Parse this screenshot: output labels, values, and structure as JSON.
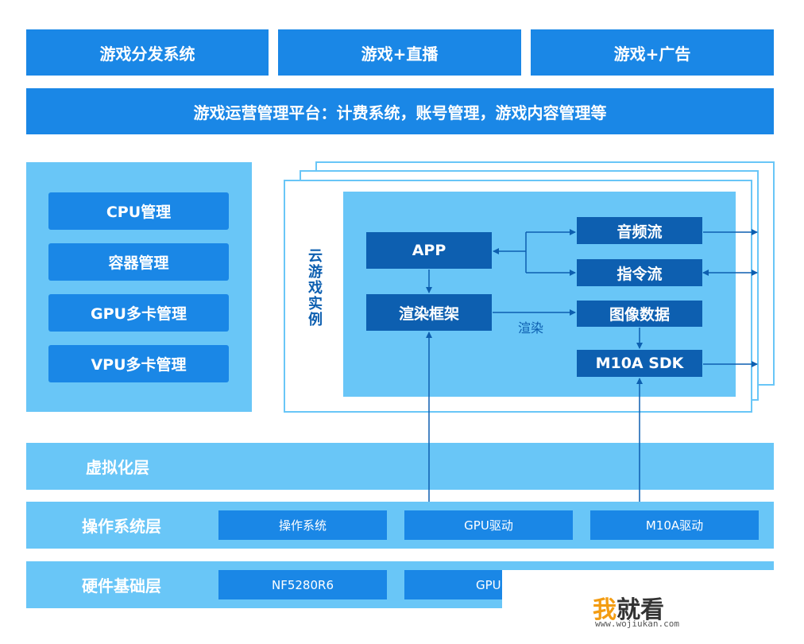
{
  "top_row": [
    "游戏分发系统",
    "游戏+直播",
    "游戏+广告"
  ],
  "platform": "游戏运营管理平台：计费系统，账号管理，游戏内容管理等",
  "management": [
    "CPU管理",
    "容器管理",
    "GPU多卡管理",
    "VPU多卡管理"
  ],
  "instance": {
    "label": "云游戏实例",
    "app": "APP",
    "render_framework": "渲染框架",
    "render_edge": "渲染",
    "audio_stream": "音频流",
    "command_stream": "指令流",
    "image_data": "图像数据",
    "sdk": "M10A SDK"
  },
  "layers": {
    "virtualization": "虚拟化层",
    "os_layer": "操作系统层",
    "hardware_layer": "硬件基础层",
    "os_items": [
      "操作系统",
      "GPU驱动",
      "M10A驱动"
    ],
    "hw_items": [
      "NF5280R6",
      "GPU"
    ]
  },
  "watermark": {
    "logo_char": "我",
    "logo_rest": "就看",
    "url": "www.wojiukan.com"
  },
  "colors": {
    "primary": "#1a87e6",
    "light": "#69c6f7",
    "dark": "#0d5fb0",
    "logo": "#f39c12"
  }
}
